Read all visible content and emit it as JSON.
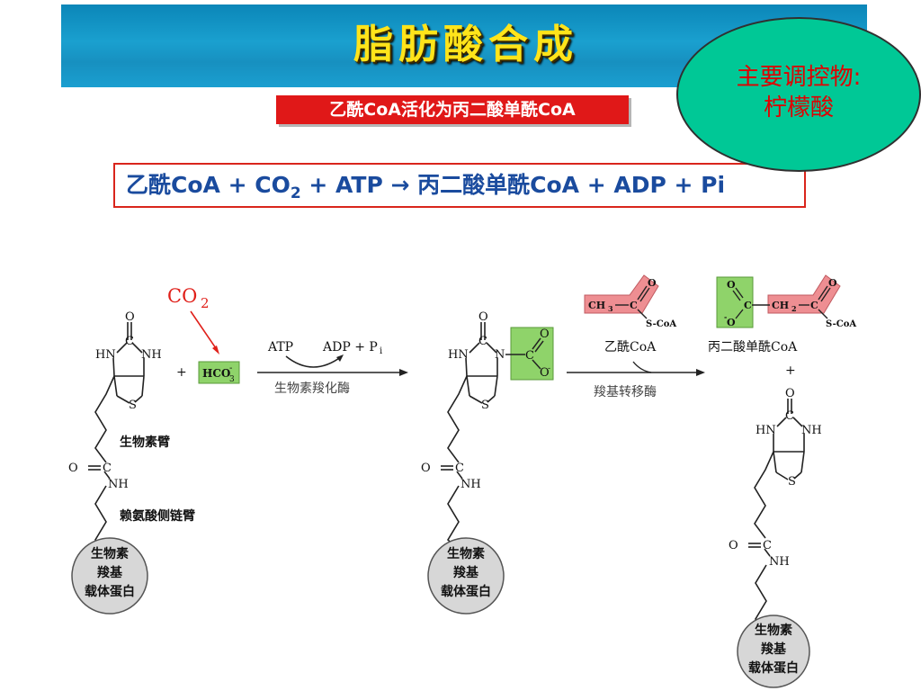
{
  "title": "脂肪酸合成",
  "subtitle": "乙酰CoA活化为丙二酸单酰CoA",
  "regulator": {
    "line1": "主要调控物:",
    "line2": "柠檬酸"
  },
  "equation": {
    "part1": "乙酰CoA + CO",
    "sub": "2",
    "part2": " + ATP  →  丙二酸单酰CoA + ADP + Pi"
  },
  "colors": {
    "banner": "#1a9fd0",
    "title": "#ffe41a",
    "subtitle_bg": "#e01818",
    "equation_text": "#1a4b9e",
    "oval": "#00c896",
    "green_box": "#8fd36a",
    "pink_box": "#ee8e92",
    "co2_red": "#e0201a"
  },
  "diagram": {
    "co2": "CO",
    "co2_sub": "2",
    "plus": "+",
    "hco3": "HCO",
    "hco3_sup": "-",
    "hco3_sub": "3",
    "atp": "ATP",
    "adp_pi": "ADP + P",
    "pi_sub": "i",
    "carboxylase": "生物素羧化酶",
    "acetyl_coa": "乙酰CoA",
    "transferase": "羧基转移酶",
    "malonyl_coa": "丙二酸单酰CoA",
    "biotin_arm": "生物素臂",
    "lysine_arm": "赖氨酸侧链臂",
    "carrier_line1": "生物素",
    "carrier_line2": "羧基",
    "carrier_line3": "载体蛋白",
    "o": "O",
    "hn": "HN",
    "nh": "NH",
    "n": "N",
    "c": "C",
    "s": "S",
    "ch3": "CH",
    "ch3_sub": "3",
    "ch2": "CH",
    "ch2_sub": "2",
    "scoa": "S-CoA",
    "o_minus": "O",
    "minus": "-"
  }
}
